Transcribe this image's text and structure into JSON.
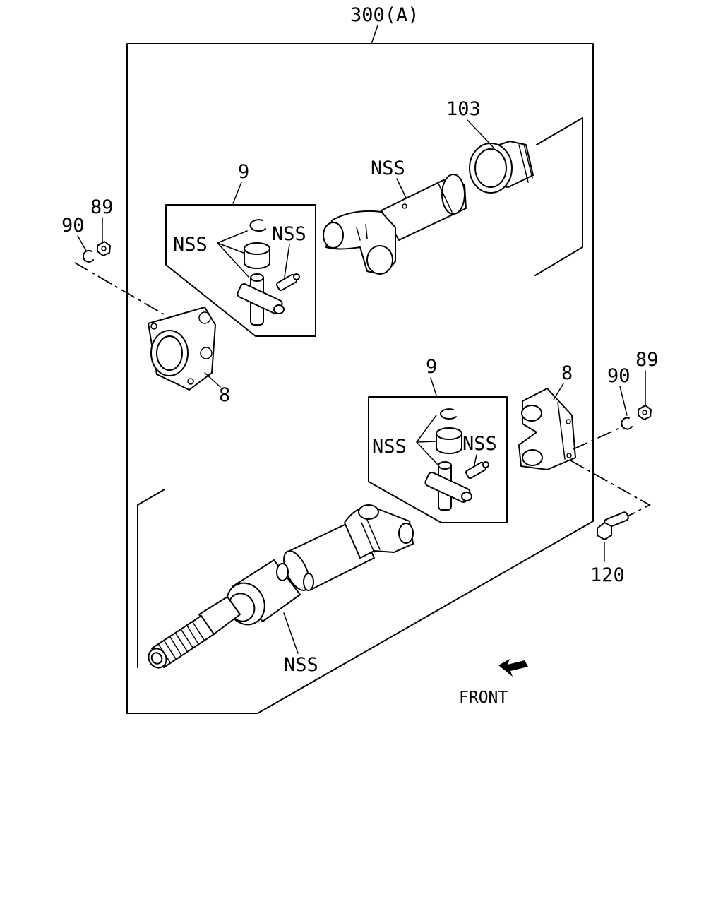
{
  "diagram": {
    "assembly_label": "300(A)",
    "front_label": "FRONT",
    "callouts": {
      "nss_upper_shaft": "NSS",
      "nss_upper_joint_left": "NSS",
      "nss_upper_joint_right": "NSS",
      "nss_lower_joint_left": "NSS",
      "nss_lower_joint_right": "NSS",
      "nss_lower_shaft": "NSS",
      "boot_103": "103",
      "kit_9_upper": "9",
      "kit_9_lower": "9",
      "flange_8_left": "8",
      "flange_8_right": "8",
      "nut_89_left": "89",
      "nut_89_right": "89",
      "clip_90_left": "90",
      "clip_90_right": "90",
      "bolt_120": "120"
    }
  }
}
